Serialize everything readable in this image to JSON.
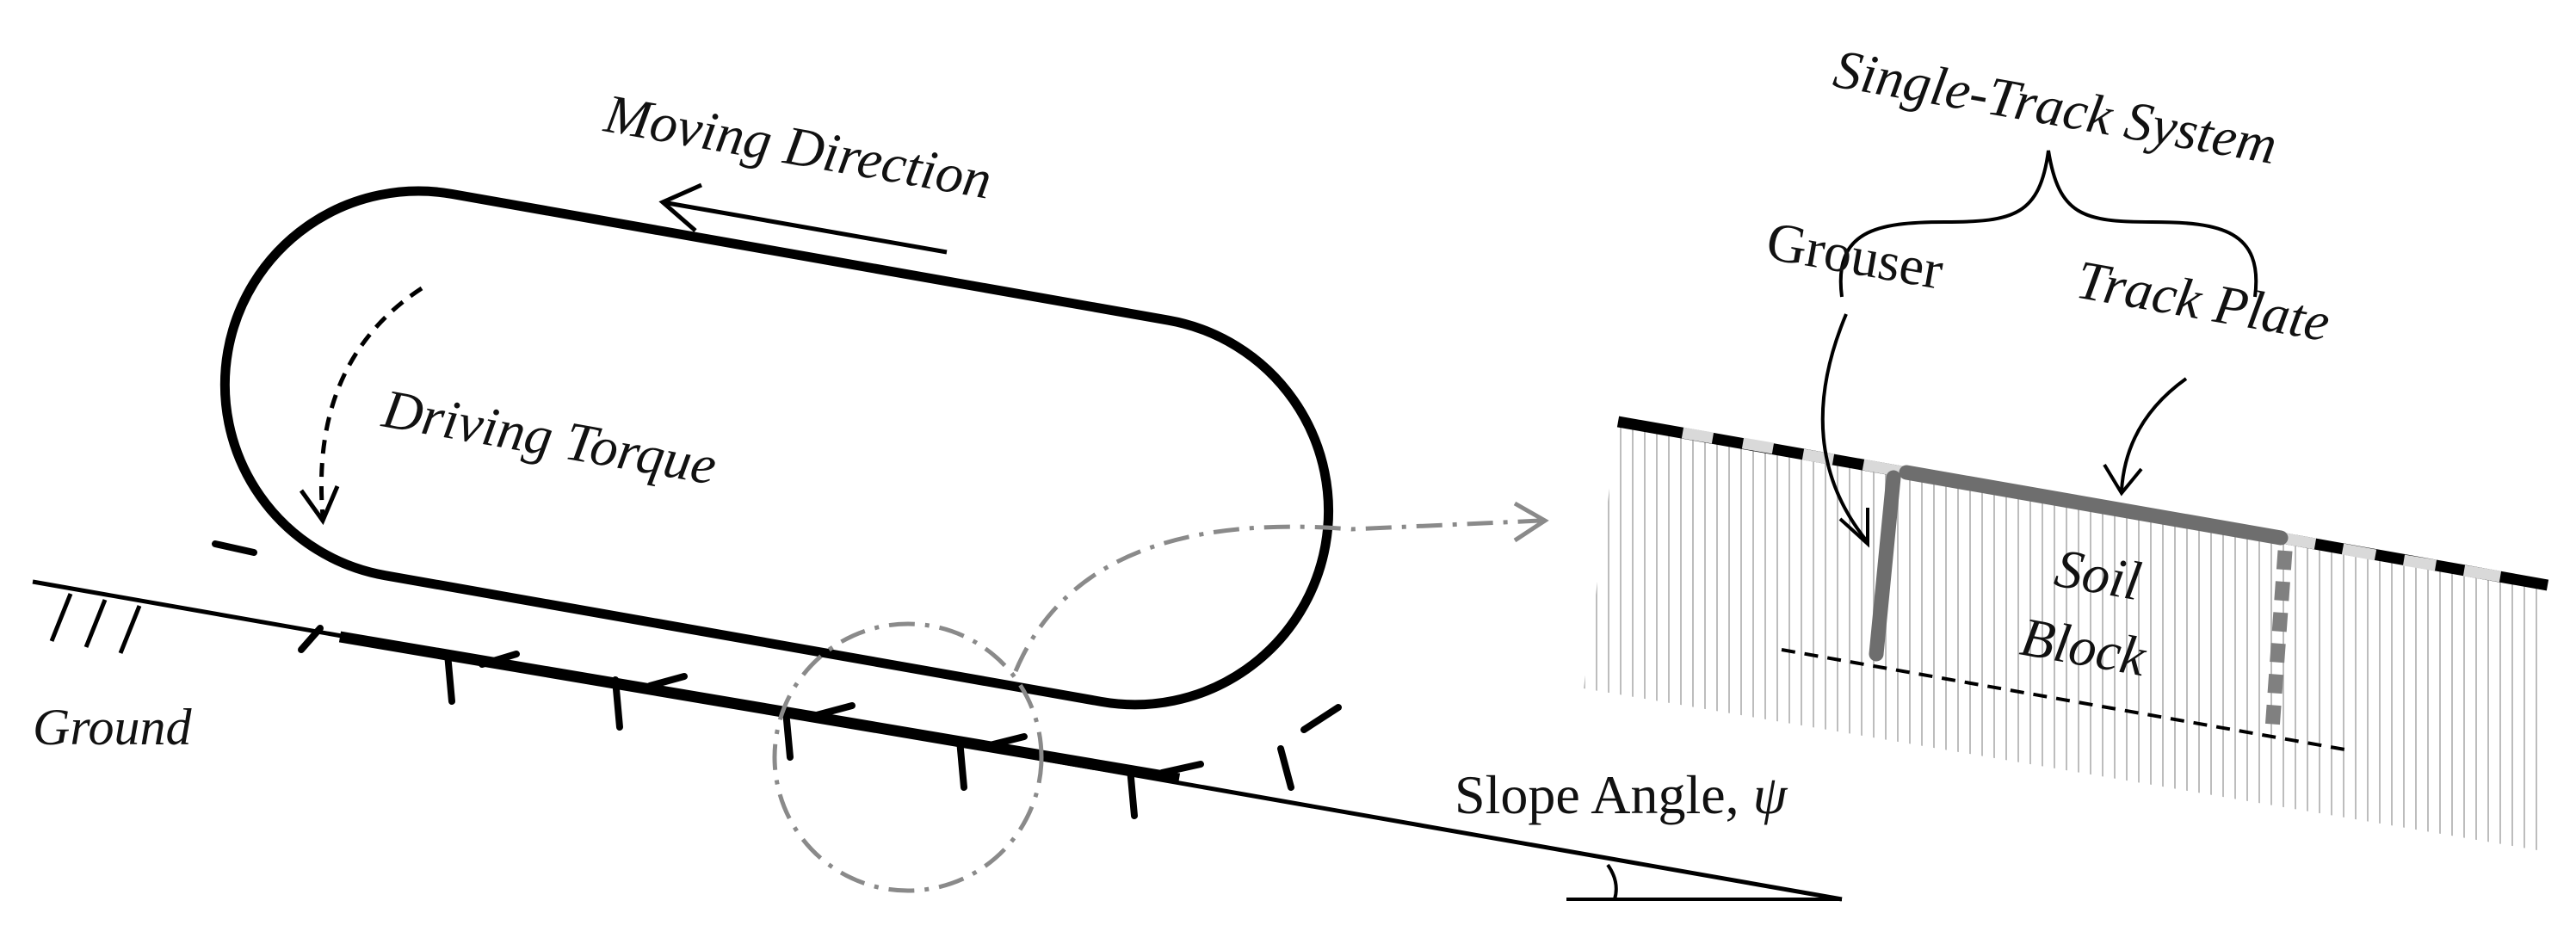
{
  "labels": {
    "moving_direction": "Moving Direction",
    "driving_torque": "Driving Torque",
    "ground": "Ground",
    "slope_angle": "Slope Angle, ",
    "psi": "ψ",
    "system_title": "Single-Track System",
    "grouser": "Grouser",
    "track_plate": "Track Plate",
    "soil": "Soil",
    "block": "Block"
  }
}
